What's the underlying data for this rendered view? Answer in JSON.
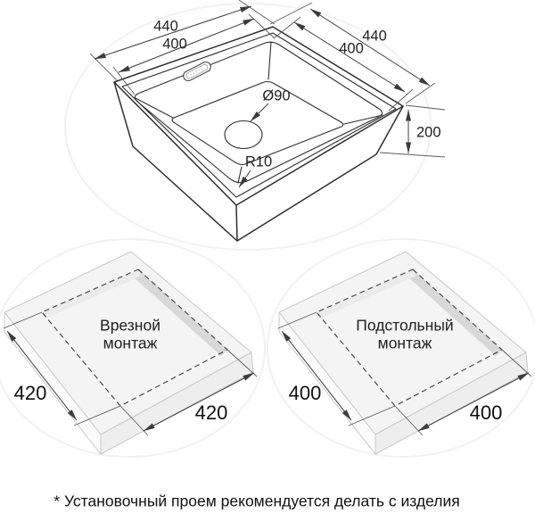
{
  "top_drawing": {
    "dims": {
      "left_outer": "440",
      "left_inner": "400",
      "right_outer": "440",
      "right_inner": "400",
      "depth": "200",
      "drain_diameter": "Ø90",
      "corner_radius": "R10"
    }
  },
  "panels": [
    {
      "title_line1": "Врезной",
      "title_line2": "монтаж",
      "dim_left": "420",
      "dim_bottom": "420"
    },
    {
      "title_line1": "Подстольный",
      "title_line2": "монтаж",
      "dim_left": "400",
      "dim_bottom": "400"
    }
  ],
  "footnote": "* Установочный проем рекомендуется делать с изделия",
  "colors": {
    "line": "#2e2e2e",
    "dim_line": "#3c3c3c",
    "slab_top": "#f4f4f4",
    "slab_side_left": "#fbfbfb",
    "slab_side_right": "#eeeeee",
    "cutout_dash": "#4a4a4a",
    "cutout_shadow_dark": "#d8d8d8",
    "cutout_shadow_light": "#ebebeb"
  }
}
